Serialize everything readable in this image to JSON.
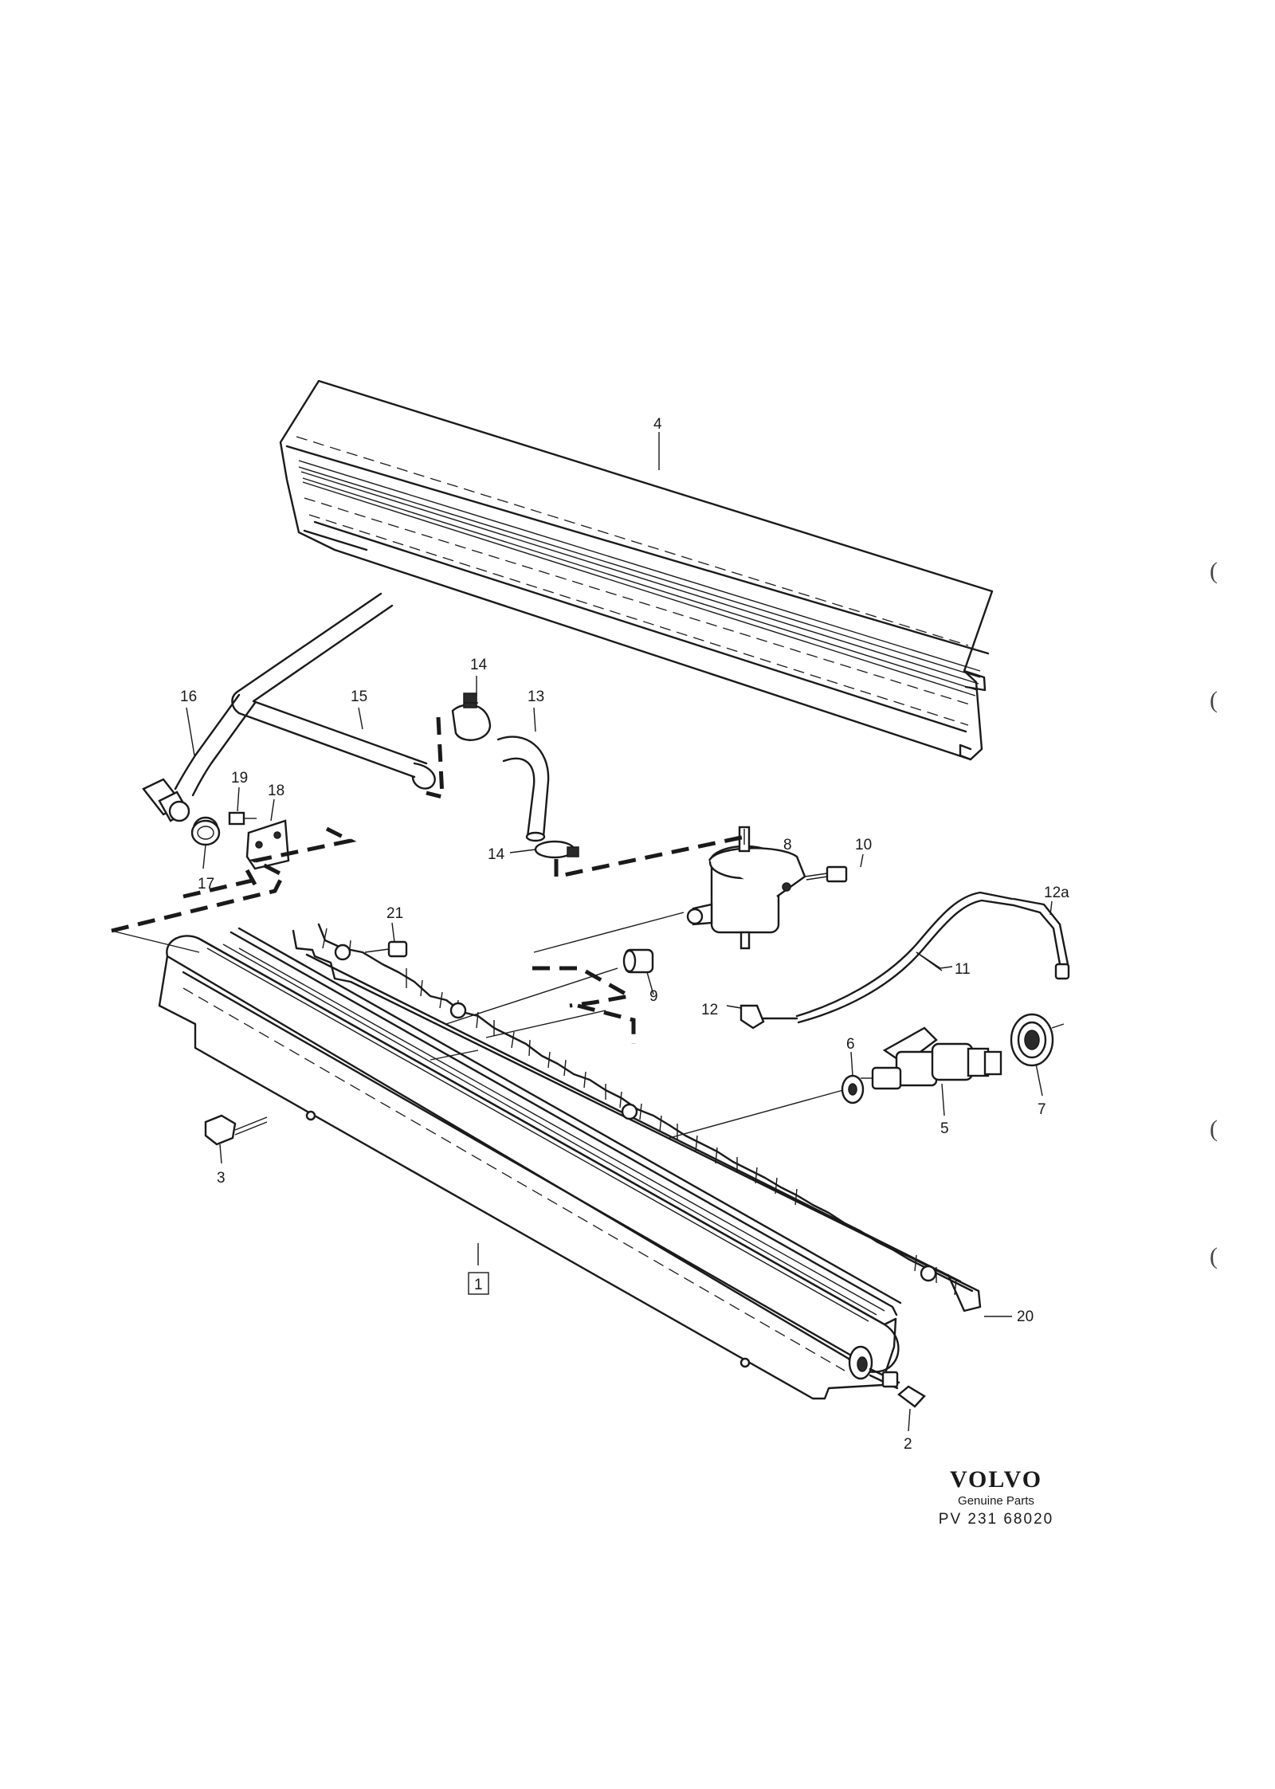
{
  "diagram": {
    "callouts": [
      {
        "id": "c4",
        "label": "4"
      },
      {
        "id": "c16",
        "label": "16"
      },
      {
        "id": "c15",
        "label": "15"
      },
      {
        "id": "c14a",
        "label": "14"
      },
      {
        "id": "c13",
        "label": "13"
      },
      {
        "id": "c19",
        "label": "19"
      },
      {
        "id": "c18",
        "label": "18"
      },
      {
        "id": "c17",
        "label": "17"
      },
      {
        "id": "c14b",
        "label": "14"
      },
      {
        "id": "c8",
        "label": "8"
      },
      {
        "id": "c10",
        "label": "10"
      },
      {
        "id": "c12a",
        "label": "12a"
      },
      {
        "id": "c21",
        "label": "21"
      },
      {
        "id": "c11",
        "label": "11"
      },
      {
        "id": "c9",
        "label": "9"
      },
      {
        "id": "c12",
        "label": "12"
      },
      {
        "id": "c6",
        "label": "6"
      },
      {
        "id": "c5",
        "label": "5"
      },
      {
        "id": "c7",
        "label": "7"
      },
      {
        "id": "c3",
        "label": "3"
      },
      {
        "id": "c1",
        "label": "1"
      },
      {
        "id": "c20",
        "label": "20"
      },
      {
        "id": "c2",
        "label": "2"
      }
    ]
  },
  "brand": {
    "logo": "VOLVO",
    "subtitle": "Genuine Parts",
    "code": "PV  231  68020"
  },
  "edge_marks": [
    "(",
    "(",
    "(",
    "("
  ]
}
